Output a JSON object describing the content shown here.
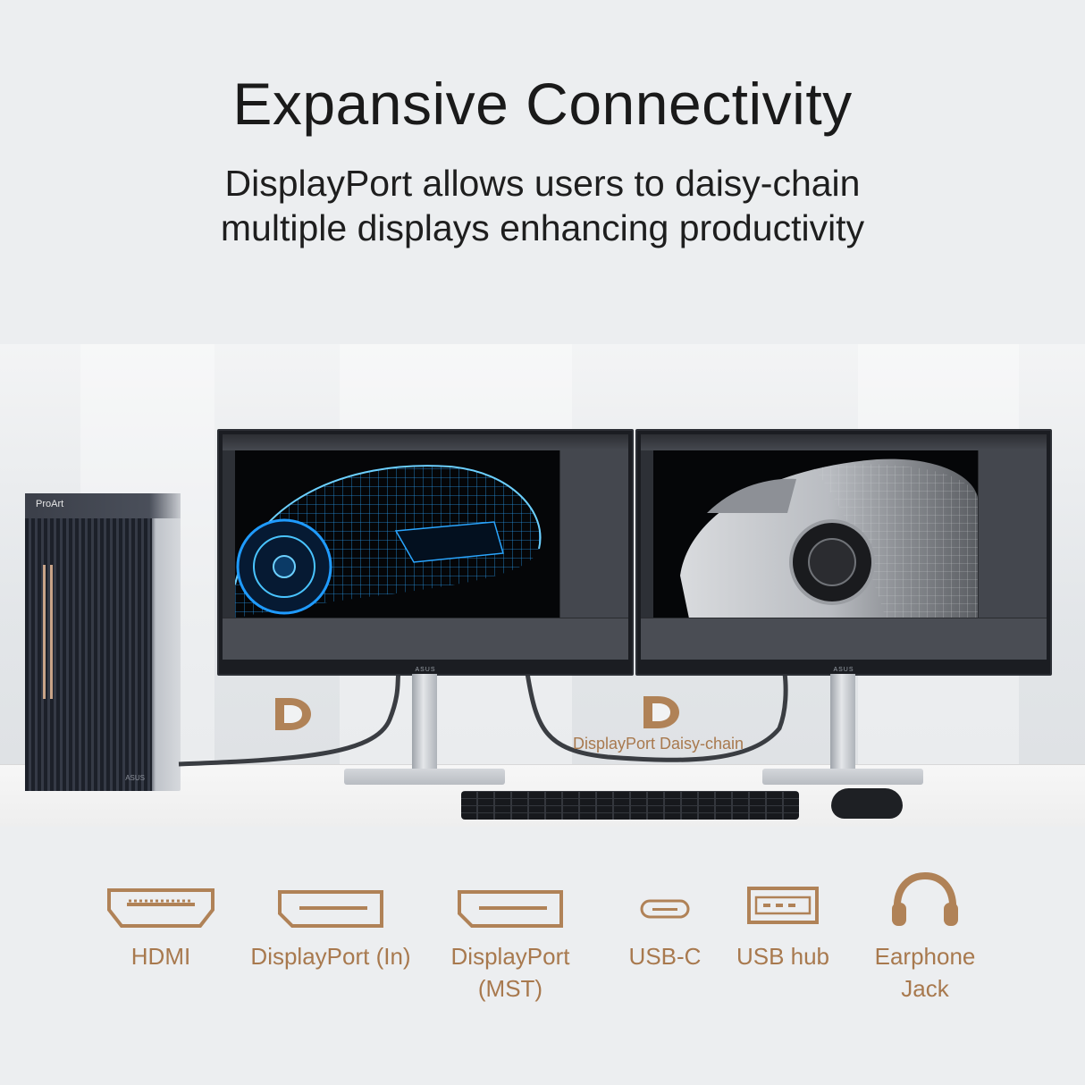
{
  "header": {
    "title": "Expansive Connectivity",
    "subtitle_line1": "DisplayPort allows users to daisy-chain",
    "subtitle_line2": "multiple displays enhancing productivity"
  },
  "scene": {
    "tower_brand": "ProArt",
    "tower_maker": "ASUS",
    "monitor_brand": "ASUS",
    "daisy_chain_label": "DisplayPort  Daisy-chain",
    "icon": "displayport-icon"
  },
  "ports": [
    {
      "icon": "hdmi-icon",
      "label": "HDMI",
      "label2": ""
    },
    {
      "icon": "displayport-in-icon",
      "label": "DisplayPort (In)",
      "label2": ""
    },
    {
      "icon": "displayport-mst-icon",
      "label": "DisplayPort",
      "label2": "(MST)"
    },
    {
      "icon": "usb-c-icon",
      "label": "USB-C",
      "label2": ""
    },
    {
      "icon": "usb-hub-icon",
      "label": "USB hub",
      "label2": ""
    },
    {
      "icon": "earphone-jack-icon",
      "label": "Earphone",
      "label2": "Jack"
    }
  ],
  "colors": {
    "accent": "#a8794e",
    "background": "#eceef0",
    "text": "#1a1a1a"
  }
}
